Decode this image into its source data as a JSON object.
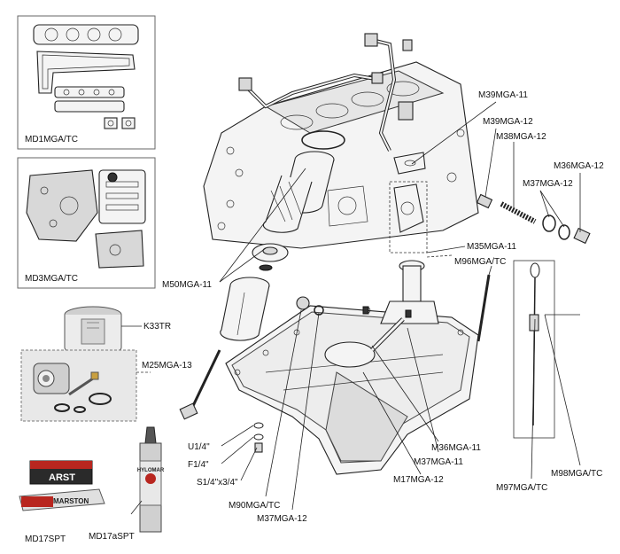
{
  "labels": {
    "md1": "MD1MGA/TC",
    "md3": "MD3MGA/TC",
    "k33": "K33TR",
    "m25": "M25MGA-13",
    "md17": "MD17SPT",
    "md17a": "MD17aSPT",
    "u1": "U1/4\"",
    "f1": "F1/4\"",
    "s1": "S1/4\"x3/4\"",
    "m90": "M90MGA/TC",
    "m37b": "M37MGA-12",
    "m17": "M17MGA-12",
    "m37a": "M37MGA-11",
    "m36a": "M36MGA-11",
    "m50": "M50MGA-11",
    "m39a": "M39MGA-11",
    "m39b": "M39MGA-12",
    "m38": "M38MGA-12",
    "m36b": "M36MGA-12",
    "m37c": "M37MGA-12",
    "m35": "M35MGA-11",
    "m96": "M96MGA/TC",
    "m97": "M97MGA/TC",
    "m98": "M98MGA/TC"
  },
  "product_text": {
    "tube_brand": "MARSTON",
    "box_brand": "ARST",
    "cartridge_brand": "HYLOMAR"
  }
}
